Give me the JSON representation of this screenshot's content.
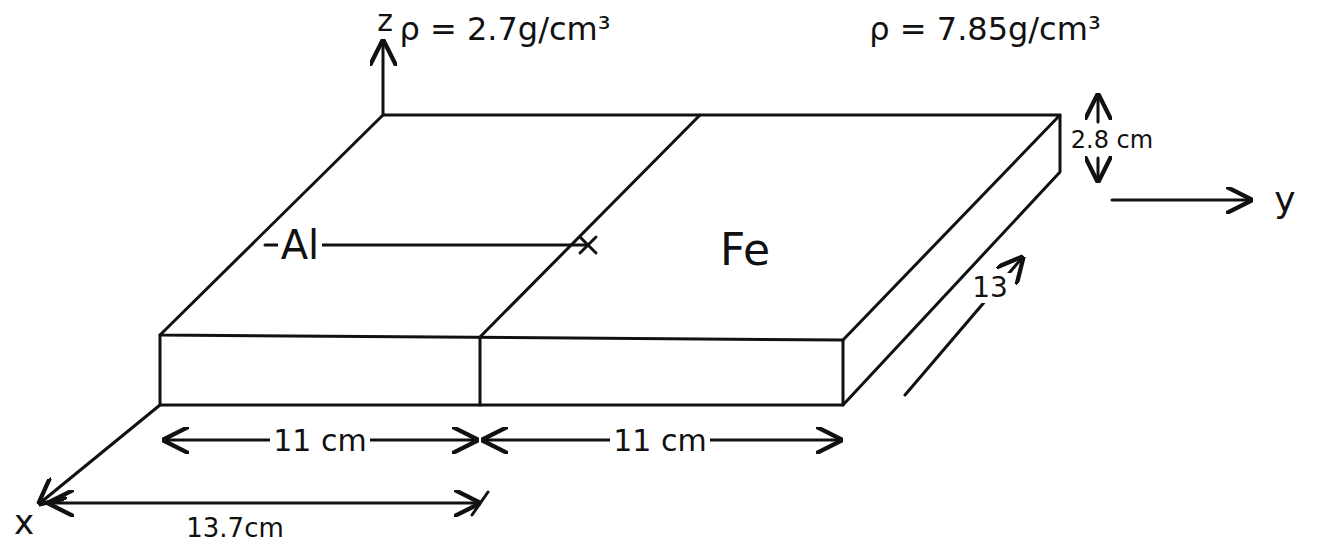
{
  "diagram": {
    "labels": [
      "z",
      "ρ = 2.7g/cm³",
      "ρ = 7.85g/cm³",
      "Al",
      "Fe",
      "2.8 cm",
      "y",
      "11 cm",
      "11 cm",
      "13",
      "x",
      "13.7cm"
    ]
  }
}
